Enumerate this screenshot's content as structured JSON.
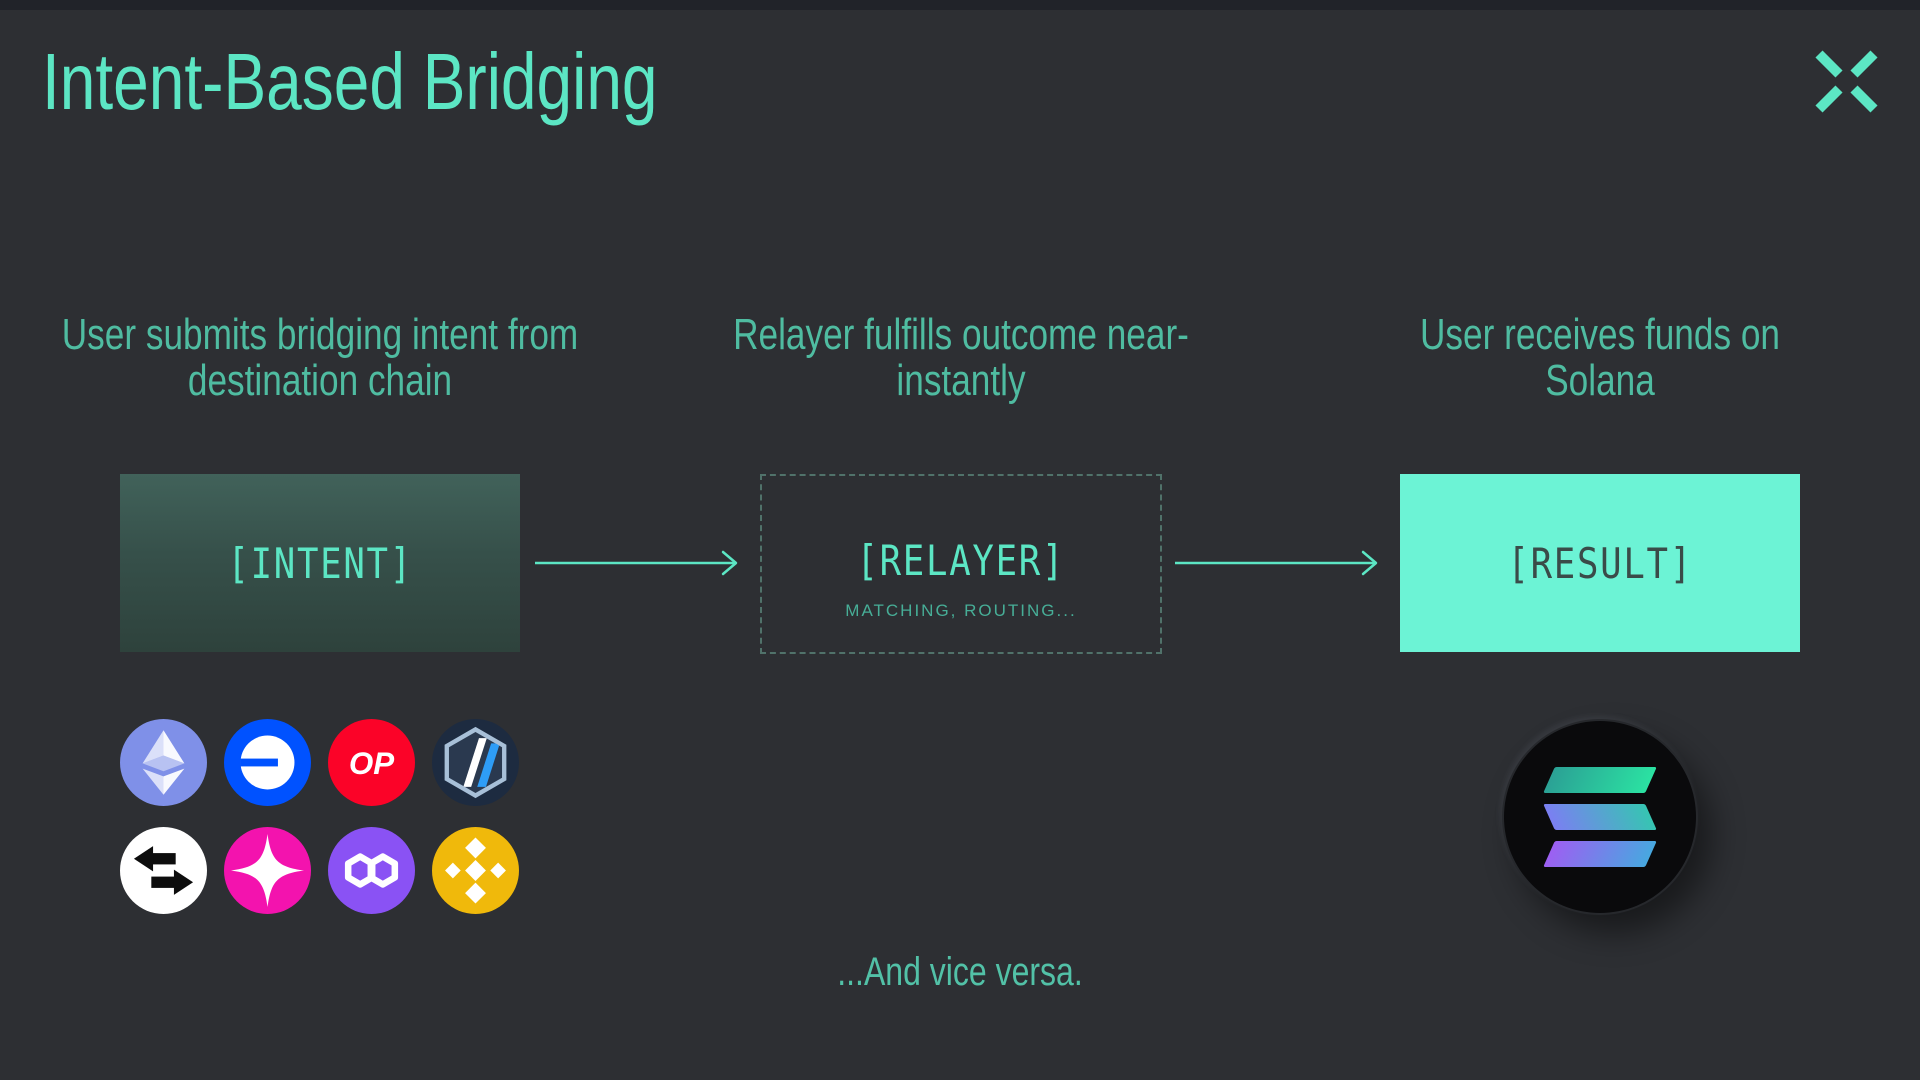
{
  "slide": {
    "title": "Intent-Based Bridging",
    "steps": [
      {
        "heading": "User submits bridging intent from destination chain",
        "box_label": "[INTENT]"
      },
      {
        "heading": "Relayer fulfills outcome near-instantly",
        "box_label": "[RELAYER]",
        "box_sublabel": "MATCHING, ROUTING..."
      },
      {
        "heading": "User receives funds on Solana",
        "box_label": "[RESULT]"
      }
    ],
    "footer_note": "...And vice versa.",
    "icons": {
      "brand": "x-mark-logo",
      "optimism_label": "OP",
      "source_chains": [
        "ethereum",
        "base",
        "optimism",
        "arbitrum",
        "swap-arrows",
        "pink-sparkle",
        "polygon",
        "bnb-chain"
      ],
      "destination_chain": "solana"
    },
    "colors": {
      "background": "#2d2f33",
      "accent_mint": "#5ce6c4",
      "muted_teal": "#4fbca1",
      "intent_gradient_top": "#41625a",
      "intent_gradient_bottom": "#2e423c",
      "dashed_border": "#50726a",
      "result_fill": "#6cf3d5",
      "result_text": "#3a4b49",
      "ethereum_blue": "#7f90e8",
      "base_blue": "#0052ff",
      "optimism_red": "#fb0328",
      "arbitrum_navy": "#1d2b40",
      "pink": "#f313ae",
      "polygon_purple": "#8a52f4",
      "bnb_gold": "#f0b90b"
    }
  }
}
